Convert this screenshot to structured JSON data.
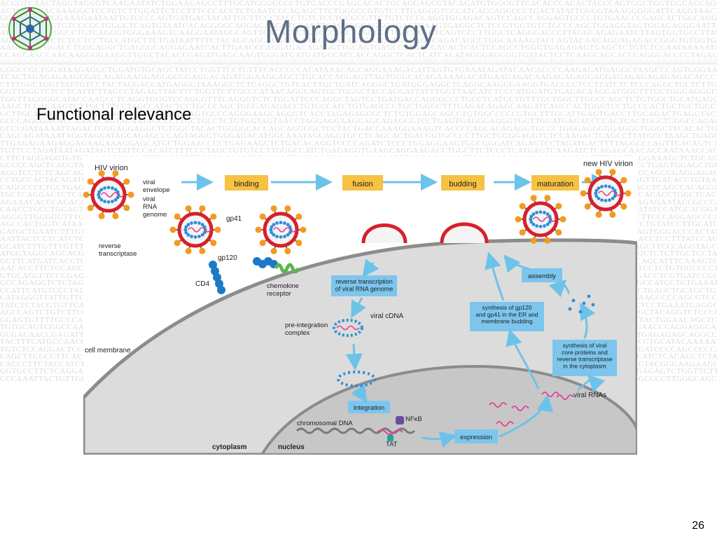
{
  "slide": {
    "title": "Morphology",
    "subtitle": "Functional relevance",
    "page_number": "26"
  },
  "background_sequence": [
    "ACGGTCAACTAGGTAGGGTCAAGAATATCTGGAAGAGCCTTTGCATGGGGCCCTGTGACCCGAGCACACTGCAGGAGCGTACAGATGTGGGGTTCACACCCACACTACCCAGTGGCTGGTGGCACCAGCACAACACGCGGG",
    "AGTCCTTGACAAAGGCTCCTGTCTTGGATTCTCCTTTCCCACCTCTGAATCCCAGAGCTTCTGGGCCGTGTCCTTGAGGGTCCCATCACCAGGCCCTGACTATATTGGGGTAAAGGGGGATTCAGGTAACTCTCCATGA",
    "GGAAGTGGTGGAAAGAATAATTGTCCCCAGTGATGACTACATTGCTTCCCTACCTGTCTCCTGCGCGTTCTGTCTCCCAGGTGGAGACAGTCCAGCCAGGAGTGCCCTGTGAACCCGAGCACTGGCAGGCCTGTGAGCCAGG",
    "ACCCGTGGACTGTCCCGCTGGGCTCAGTGTAATCACAGGGGCAGGAGAGGGTGCAGTTCAGAGGCAGGGAGACTGAAGTGAGGCTCTCCGTGGTGTCTGCCCAGCTGGAGGTAGTGGAGAGGGAATTCGACCCAGCTCTCAA",
    "ATCCTTGGGTGGCCTGTCAGGGTGGGAAAGTCAAGGAATAGGCAGTTCACACTCTGGCCCTGCTAGGCCTTCACACCCTCAGTCCCTTGGCTCAGGGACCCTTAGGCAGAGAATCTTAGTGGTGCCTTATTGGCTGCAGTCGA",
    "AGGAGTGCTCTCTCCTCCTGCCATGCTTCTGATAATTTTCTACAGCAGCACGAGCAAACCAACAGTGAAGCTGGCAGCCAGACAGCCTGGCAAAAGTACCAGTACAACAGGAGAGACCGGGTGTGGTGGTGGAGCAG",
    "AAGCTTACGGACCTGGGAGGCTGAGGGCAGGAGAATCACTTGAACCCAGGAGACAGAGGTTGCAGTGAGCCTAGACCACACTCACTCCAGCCTGGGTGAGAGAGTGAGCTCTGTCTCCAATAAAAATAAATAATAAAAT",
    "CCAGCAACCAACAAGGGGAAGGTTGGCTACACCGAGATGAGCAAGTGGGATGATGATGCCACCACCAGGCTCACTCATCACATAGGGAGGGGTGATACTCCTCAAGCAGCACCCAGGGACCCCTAGAGAGGGCAAAGC",
    "GGCTACCATGGAGAGAGGCAGAGCAAGAGTGGCTCAGGCAGGGCAGGCAGCTGCTGGCAGGGATCTGCATTTCCATTCATGGTAGGAGCAGGTCTTCATAATTGGGCAGGAGTGAGAAGCCAGGCCTGGGCCCTTGGAT",
    "GGGCCGCTGGATAAGAGGCTGGATGTGCAGCTATCCTGGTTCCTCTTTCACCCCCACATAAACAGCAGGAAAGACATTAGTGTGAAATAGATACAACACCCCAAGAGATGAGGCTAAGCCCAGTGGGAAGGCAGGAGTG",
    "TCACTAGAGAGAAGGGACAGAGAAGGAGGGGGGAGGACAGATGGAAGGAGCCTGCACCAGGAGTTAGTGGGCACAGAAAAGACATGAAGAGACAAGAGAGAGGAGGAGAGAGAGAGAGACACCCAGAGAAAAGCAAAGAGT",
    "CTTTGGCTGGTTATTGTCCTACTAGGACCATGAGGGTAAAGGCTCTCAGGCTGTCACTTGCTGATCAGGGCTGATGGGAGGCTCAGGCAAGGGAAGGTGACCCCTCCTTATCTCTCCCAGGCTGCTCTTGAAGGACTTTTAC",
    "GGTTGGGTCTCCTCATTCTTAGCCTAGAGTTACTTCTGGTTCTTGCCCATAACAGGCAGTGCTGGGCTACCAGGATTATTTGGTTAACATCTCCCATGGATGTGACACAAGGATGGGTTTGCTGGGAGGGCTTAGTAGATG",
    "TGGTTAGGGGCATACCAAGCCTCAGGTGGGTCCAGGGTTTCAGGGTCTCTGGATTCCCAGGCTAGTCCTGATGACCAGGGCCCTGCCTCATGCTGTTTGCTGGCTTGGCCAGCTCTGTGGCTGCATGAGCAAGCCCTGA",
    "AAGCTCCACAAGTGTTGCTTTCCTAGCCATACTCCTGCCCAGCTGGGAGAGACCTGTCCCATCTGTGAGCCCTGCTGGGCTTTGAGACAGAGCAAGATCAGCCACTGGGTCCTGCCCACTGCTGCTGGCTGCACCCAGACCCT",
    "GCTTGCACCGTCCCAGGATCAGATATGGAGGAGCAGTGCCCAGGGAAGCAGGGTCACCTAGAGAGGGCTCTGTGGAGCAGCCTGTGGCCCCCGTGCTTTGCATTGAGTGACCTTGCAGACTGAGGTACTGTAGGAAGGCG",
    "GCCCAGGGACACCAAAACAGTACAATAGCCCTTGCTGCCTCTGTGGTAGTAACCTAGGAGGAAGGAGCAGAGCGTCCTGAGTGAGGGAGGGTGGTTGGATGAGACCCCACTCACTGGCTGGGCCAGAGTCCTGGGAGGAGAT",
    "GCCCGATAAAATTAGACTGGGAGGAGGCTGTGGCTACACTGGGGCACCAGCAGGGGCTCCTACTGACCAAAGGAAAGTCACCCCAGCACAGAGGTGCCCTGGGAGGGGGAGGCTGGGCTTCACACTGAGCTGGGTTTACG",
    "CAGCAGATAAATAGGTAGGATAGCAGAGCCCAGTAGGGTGGGAGACATGGCAAATAGCAGGTGCCTCAGCACTGACGGTGCCCCTTGCTGGGGAGGTCTCCAAGACTCAGCCTTATGCCTAAGCTGAGGTGCTGACCCAA",
    "TTGAGAGAAGAGGAGAAGAAAGGAGCATGCTGGAACCCCTGAGAAGCTCTGACACAGGTCCCCAGATCTCCCTGGAGGAAGTGGCGGGATCAGAGTCCTAGATGACTTTTAGGCCCAGTTCACAGTCAGATACCTACCCAG",
    "TGTTCCTAGATAATAGATAGTCTATTCCACATCTTTCCCTAGCTGTGTCCTTGGGCCATCTGAGAGGTGAAGCAGGAAGACCTGGCTTCTCCCTCATGAGTCAAGATCTCAGAGCAACACCAATAAACCACCTCGAAGACG",
    "CTTCTAGGAGGTGTGGAAGGTGCAACTTCAGCCTGTGGAGCACGTGTCCAGCTCCCAAGCCAAGCCAGAGTCTCAGAAGCAGCTGAGGAAGGAGGAGAAGAGCACTTTGGCTAGGAAAGCTCTGCAGTGGCTAAAAGCCATA",
    "GGCCCAGCTCAGGTAGAAGCCTCATTCCCACAGCTCTGCCTGATCAGAGTAAACCCCAGGCAGGCCAGGTTGCTGCCCTCCTCAGGTGGTCTTCATCACCATATGCACCATGGTGCCTGAGTGGAGCTGGGGGCGTTCTGA",
    "AGGTCCTCTCAGCAGCTCCCGGGAAACTCAGCTATTGGCCCATGTCCTTCCTCTGAGTGAGAGTCTTCCTGCTTCCTGTGCAGTGCCCTCTTCAGAACTGCAGTAAACATTTTTGGCCAGCGGAGGAGACCCAGTCCTGTAA",
    "CCTGCCACTACAGATGCTTCCTTCATAGAAGCCTCACCCAGAAGCAGCACCTCCTCTCATTTAGAGCTCAGAGCCAGAGCATGCTGGAGAGTCACTGGTCCCCCACAGCACAAGAGTTGACACCTGTAACTGTATGGCATCA",
    "CAGGCCCCTGCTGAGGATGCTGAAGTACACCACTTAGCAGGCTCCAGGGGCAGCCGGAGCTAAAGGAGCCAAGCTTCACCGAGCTCACTGAGTCAGAGAGAGCTACTTGTCCCACCTCAGCCACAGGCCTCTGAGATCCTCT",
    "TGCTCAGGACTCTCAGGCACCACCACCTACCCCTGCCAAGAGGAGCCATGCCTTAACCTTTCCATAGGCAACGGTCACTAGAAGTGGCCTTGTGGCGCTGTTCTGTGGAGTGACCCACACCTGGCTCACCTTCCGCACAGG",
    "AGAAACACCCACACAGGACCCTCCTCACTGAGGGCAGGAGGCCAGCTGGGGCAGAGATCCCCAGGGAGCCAGGATGCGAGAAGTGGGAGCTGTTCATTACCCACCTAGCCTTGAGAGAATACCGCCCAGCCCAGGAGGTAG",
    "CAACCTGCCTGGAGTGCATTGGCCCTCCTGCCCAGATGCTTGCTGGGAGGAGCTTGATCCTGGGGCACAGAGTTAACTCCTCTGGTGACATGGCCCAGGCAGCTCATCCTGGCCCATATCCATGCACGGAGCTGACCGAGT",
    "AGGGTTGGGGGTTTCACCATGCAGTGTTACCCAGAGAAGTGCCTTCTCTGTACTCCAGCCCTAGACATTCCCTGGCTGCTCCAGAGTCTAAACCCAGGTCCTGCTGGTAGCCTGACTTCCCAGGAGCCCAGCCCACTTCA",
    "AGCCACTGGTCATAAATACATTAAAAACTCCCTCTTTCTCAGAACAGAACCCCTGCCACTTCCAGAAATCCTAGGCTGTGCTCCCACAGCCTGGAACAGCCCTCCTAGGCTAGCTCCTGTATCCTTGCATGGCTCAAAGTC",
    "GATGCTGAATCTTTGTAATGCAAAGAACCTGCCAGGATCCCTCTCCACCCATCCTTGCAAAGCTCTGGAGGGCAGCCCTGTACTTGGTTGTAAATAGATGTGCTCCATGCTCCGGCAGTGGGACCCACTATGGCCCTGGAG",
    "AATTACTCCTCATCTGGCTAAGTTTTGAGCTTCTTACCACCAGCCACGGCGGTCTTCATATACAGAAATGTTCTCGTGAATCTGCATTCCCACACCCTCCCGTGCTCAGAAGTACACACCTCCTTTATCCAGGTCTCAAGC",
    "GCATCTTTGTTTGTTTTTGACAAGGTCTGACTCTGTCGCCCAGGCTGAAATGCAGTGGCACAACCATAGCTCACTGCAGCCTCAAACTCCTGGCCTCAAGCGATCCTCCCACCTCAGCTTCCCAGGTAGCTGGGACTACA",
    "ATGGTAGGCAGCACGCCACCCACCTGTTGCTTGTGGTTAAGTGACGTCTCTGCTAGACATGGGGCAGAGGCAGCCTCTTGCATTGTGTCATGCCCAGTTCACAGCTACCAAAGCAGCTCTCTTGCTCCTAGACCAGTCCACT",
    "GCTTCATGATCACCTCACTAGGGCTTTGATATGGGCCCTGAGGATCAGGAAGAGATGGAGCCGTCCCCAGGACCCAAGTTGACCCCTTGTACCACAGCAGACATTGCATCTCAGTCAGCATTTCAAAGTCTAGCTAAGGTG",
    "AACACCTTCTGCAGCTAAAACAGCGTCTCAGGGACTCCCCTTCACGAAACTCCAGGTTCTACCTGAGGCCAGGGCTGCTGGGGTACAGTGTGCCGGACGCATAGGGCCACAACCTCCTCTGTGGCCCCTTTCGCCCCAGGCA",
    "GTGCAGCCTCCCGAGTAGCTGGGACTACAGGCGTGTGCCACCACGCCCAGCTAATTTTTTGTATTTTTAGTAGAGACGGGGTTTCACCATGTTAGCCAGGATGGTCTCGATCTCCTGACCTCGTGATCCGCCCGCCTCGGC",
    "GCCAGAGGTCTCTAGGATGCCATGTACTCTGCCCGGTGACCTGAGTTTGCCCTGCAGCCCTAGGCTGGGGAAGAGCCTTGTCCACTAGACAGAGAGCCAAGAGTCCTGACACAGGCCATGCTGTGAAATCCCAGGACCACA",
    "CCATTCATGTCCCTAGCCACTGGCAGGCTTACCCGTAGTCAAGGACCTGCAGTCAGACTGAGGCCCACCTGCCTCTGCTGCTCTGGCTGCAGGACCCAATCCCAGGCCCACACTCCTGAGCTGCAGCTGAGCCCCTTGGGT",
    "CATAGGGTTATTGTTCTTAGCCCCAGACTTAGCAACAATGATGGCATAGAAGTCCCTGGCAGGGAGAGCCTCAGGCTTGCTGGGCCCTTTGTGCTCCACATCATCCCACGAGCTCCAAGCCCCAGCGTCCCAGCTTACTGT",
    "TATCTCTACGTGTTCAGGCTTTTTGAGCAAAAGCCCTATATCTCTAACCTCCCCAGCCCCCTTCCCCTCCTCCCCAGCCAGCATAGCTCACAAGAAAAGGGAGCCTCCTCTCCACTCTCCTGAAATGAGGCCAGTGCAGTG",
    "AGCCAGTCTGTCTTCCCCGGAGAGCTGGGGTTGCCTAACTGTGTAGCCCTAGTCCTGGTGGGGCCTGAGCAGGCGAGGGACAGGCCCACTGTGCTGGCACACCTTGTGGGGTAGGCTACAGGTCTCCCCAGCTAGGGCAGC",
    "GGAGTGTTTTGCCCAATGTGTGATCTCTTCTGTGTTAGGCAAACTAGGGTCAGTGGCTGCATGGACTCTAGGGTAGAGAGGGATGGAGAGGCCTGGATCATTTAAAATGTTCACATTACTGGAACAGCTCTAGCCAAGCAT",
    "TGTGCAGTCGGCCAACGTGATGAACATCGTCTCCACTAAAAATATAAAATTAGCTGAGCATGGTGGTCAGCACCTGTAATCCACTACTCAGGAGTTTGAGGCAAGAGAAGTGATTGAACCCAGGAGGCAGAGGTTGCAG",
    "GCGACAACCGAGATTGCACCTCTGCACTCCAGCCTGGGTGACAGAGCAAGACTCCATCTCAAAGAAAAAAAAAAAAAAAAAAATGACTTAGTGTAGGAAAAGCATGGTGCCTTTGAGAGAGCAGGCCACAGCAACAGCTTG",
    "TACTTTCATGCCAACGTCATGCTGTCTTGCTTACTACAGCTCTGTAACACATATTTTGAGATCAGGTAGTGTGATGCTCCTGTTTTCTCTTTATACCTTGAAGTCTCAAGACAGTAGCCGTGCATACAAAAATAATATTTA",
    "TGTCTCCAGGACTCCCAGGGCCCAGGGATTTTGGAGTGACAATGAGACTGCCTAATAGGGCCGTATCTGGCCTCTGAGTCCTAACTGCCTCACAGACTCAAGGGTTGGACTCCAGGATCCCCAGCCCCCAGTGGTGCAGCC",
    "CAGCTTGGCCTTCACCCACTGAACCAAGCTCCAAACCGGTGAGTACAGAAGCCCTCTTATAGGCGCTTTTGGAAACCTGGGGAGGTGGAAACCTTGGATTCAGGCGTGACTCAGCATCTCACAGCTCTAGGTCCTCCTCC",
    "CACCCTTCTACCATCTCCAAACTCCAGATACTCCAACCAGCGAAAGGGAGTCTGGGCCAAAAGGGCTCTCTCCTAGGTATATCTCTTTCTACACCCCTTGAAGGAGGTCCCCTAGTGTACGGGAAGAAGCCTCAGCACCCT",
    "GGTGCCTTCTCAGGAAAAATGCAATGTTTGTTCTGCCTGCATTCCTAACTGGAGGATAAATTCTCTGGGGGCTTGAGAGGGAGGGTAGGGAACATTTGATGAGGGGAGGTGTTTAGAGAGTCTGGTTCTTGGAAGTAGCAC",
    "CCCAAATTACTGTTGGTCATGAAGCAACCCTGGCTGAGCTCCAGCAAGAGCTTGCCTTAAGAGAGGGACAGCTCGGAGGTGGCATGTACAGCTGTGACGAGAAGCCCTCAGCTGGCCCCTTGGGCAGCGCCTTGTTGCCAC"
  ],
  "diagram": {
    "labels": {
      "hiv_virion": "HIV virion",
      "new_hiv_virion": "new HIV virion",
      "viral_envelope": "viral\nenvelope",
      "viral_rna_genome": "viral\nRNA\ngenome",
      "reverse_transcriptase": "reverse\ntranscriptase",
      "gp41": "gp41",
      "gp120": "gp120",
      "cd4": "CD4",
      "chemokine_receptor": "chemokine\nreceptor",
      "cell_membrane": "cell membrane",
      "viral_cdna": "viral cDNA",
      "pre_integration_complex": "pre-integration\ncomplex",
      "chromosomal_dna": "chromosomal DNA",
      "nfkb": "NFκB",
      "tat": "TAT",
      "cytoplasm": "cytoplasm",
      "nucleus": "nucleus",
      "viral_rnas": "viral RNAs"
    },
    "stages": {
      "binding": "binding",
      "fusion": "fusion",
      "budding": "budding",
      "maturation": "maturation"
    },
    "process_boxes": {
      "reverse_transcription": "reverse transcription\nof viral RNA genome",
      "integration": "integration",
      "expression": "expression",
      "assembly": "assembly",
      "synthesis_gp": "synthesis of gp120\nand gp41 in the ER and\nmembrane budding",
      "synthesis_core": "synthesis of viral\ncore proteins and\nreverse transcriptase\nin the cytoplasm"
    },
    "colors": {
      "stage_box": "#f5c242",
      "process_box": "#7cc6ee",
      "arrow": "#6cc3ea",
      "cell": "#dcdcdc",
      "nucleus": "#c7c7c7",
      "membrane": "#8c8c8c",
      "envelope_red": "#d7202a",
      "spike_orange": "#f39a1e",
      "bead_blue": "#2c8fd6",
      "rna_pink": "#e2408f",
      "cd4_blue": "#1d78c8",
      "chemokine_green": "#59b84a",
      "nfkb_purple": "#6b4c9a",
      "tat_teal": "#21a69a"
    }
  }
}
